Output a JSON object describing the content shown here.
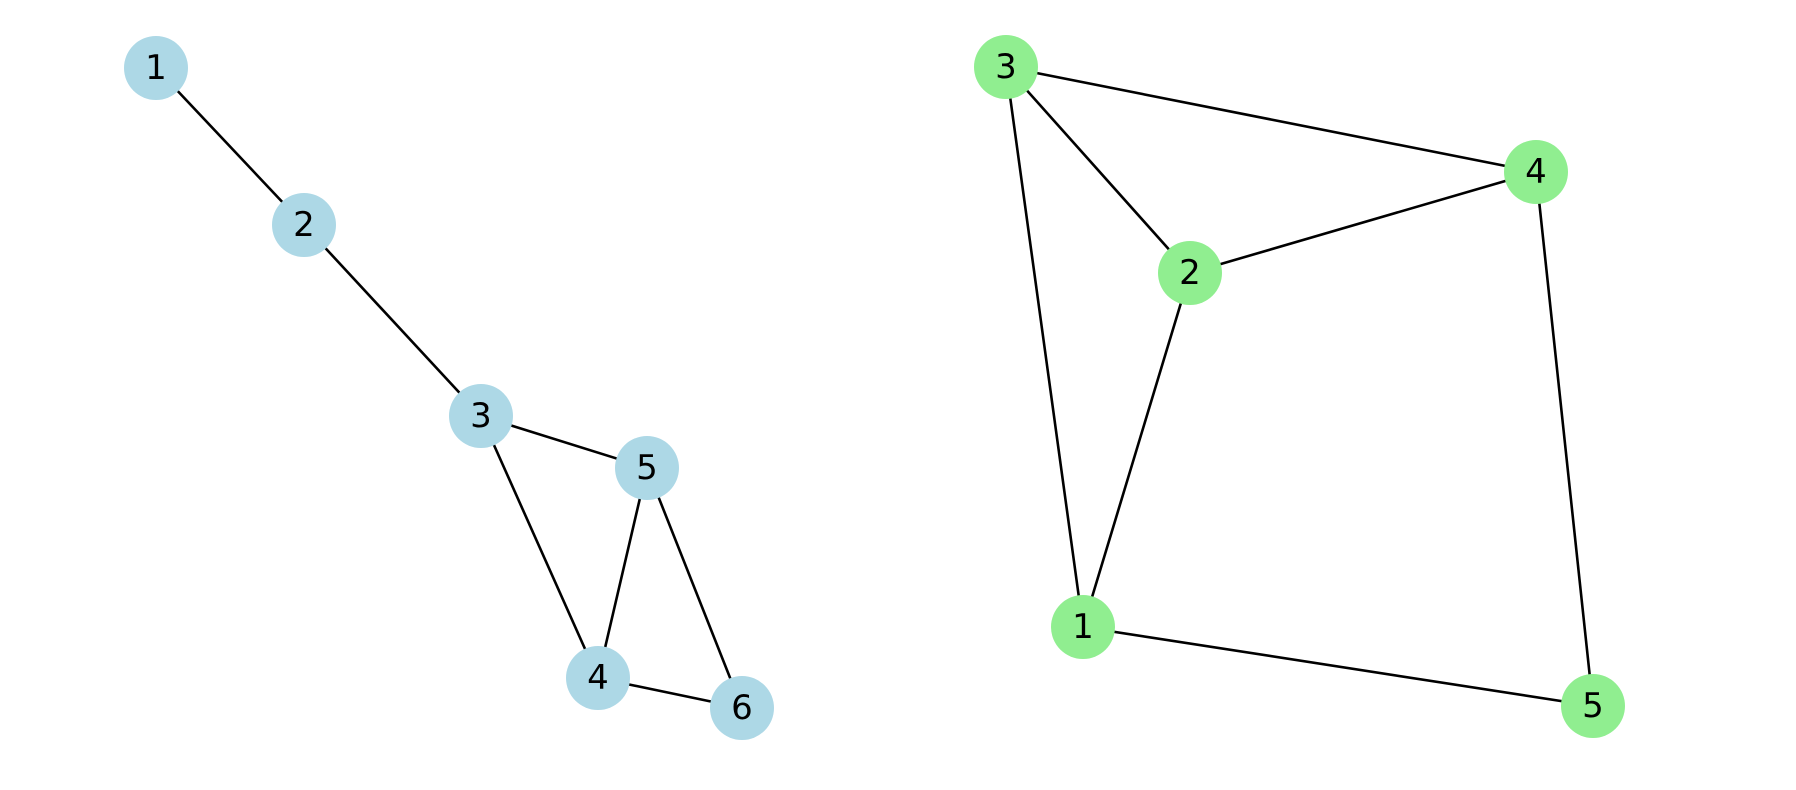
{
  "graphs": [
    {
      "id": "left",
      "node_color": "#add8e6",
      "nodes": [
        {
          "id": "1",
          "label": "1"
        },
        {
          "id": "2",
          "label": "2"
        },
        {
          "id": "3",
          "label": "3"
        },
        {
          "id": "4",
          "label": "4"
        },
        {
          "id": "5",
          "label": "5"
        },
        {
          "id": "6",
          "label": "6"
        }
      ],
      "edges": [
        [
          "1",
          "2"
        ],
        [
          "2",
          "3"
        ],
        [
          "3",
          "5"
        ],
        [
          "3",
          "4"
        ],
        [
          "5",
          "4"
        ],
        [
          "5",
          "6"
        ],
        [
          "4",
          "6"
        ]
      ]
    },
    {
      "id": "right",
      "node_color": "#90ee90",
      "nodes": [
        {
          "id": "1",
          "label": "1"
        },
        {
          "id": "2",
          "label": "2"
        },
        {
          "id": "3",
          "label": "3"
        },
        {
          "id": "4",
          "label": "4"
        },
        {
          "id": "5",
          "label": "5"
        }
      ],
      "edges": [
        [
          "3",
          "4"
        ],
        [
          "3",
          "2"
        ],
        [
          "3",
          "1"
        ],
        [
          "2",
          "4"
        ],
        [
          "2",
          "1"
        ],
        [
          "4",
          "5"
        ],
        [
          "1",
          "5"
        ]
      ]
    }
  ],
  "edge_color": "#000000"
}
